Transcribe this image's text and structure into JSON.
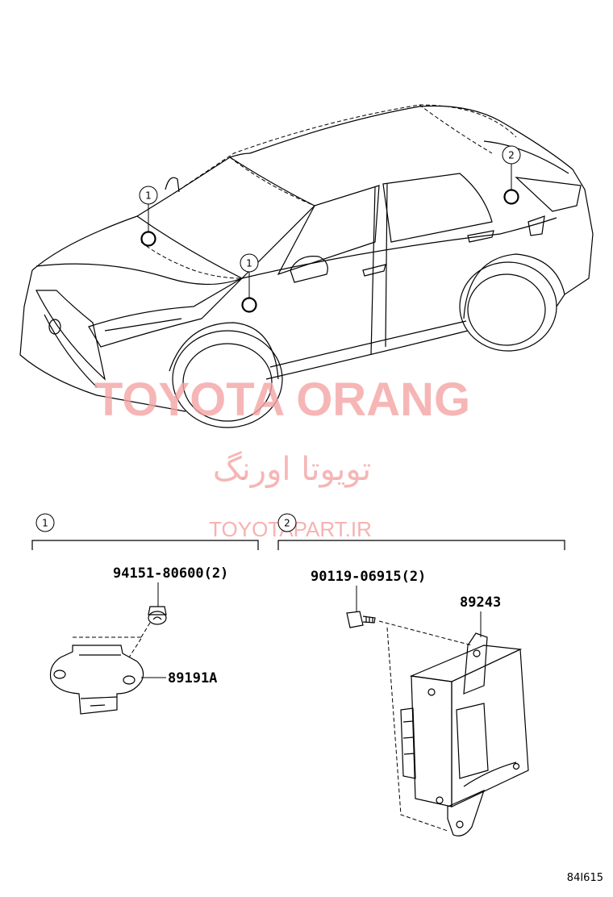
{
  "callouts": {
    "front_left": "1",
    "front_right": "1",
    "rear": "2",
    "section_1": "1",
    "section_2": "2"
  },
  "parts": {
    "bolt_1": "94151-80600(2)",
    "sensor": "89191A",
    "bolt_2": "90119-06915(2)",
    "ecu": "89243"
  },
  "watermark": {
    "main": "TOYOTA ORANG",
    "farsi": "تویوتا اورنگ",
    "url": "TOYOTAPART.IR"
  },
  "diagram_code": "84I615"
}
